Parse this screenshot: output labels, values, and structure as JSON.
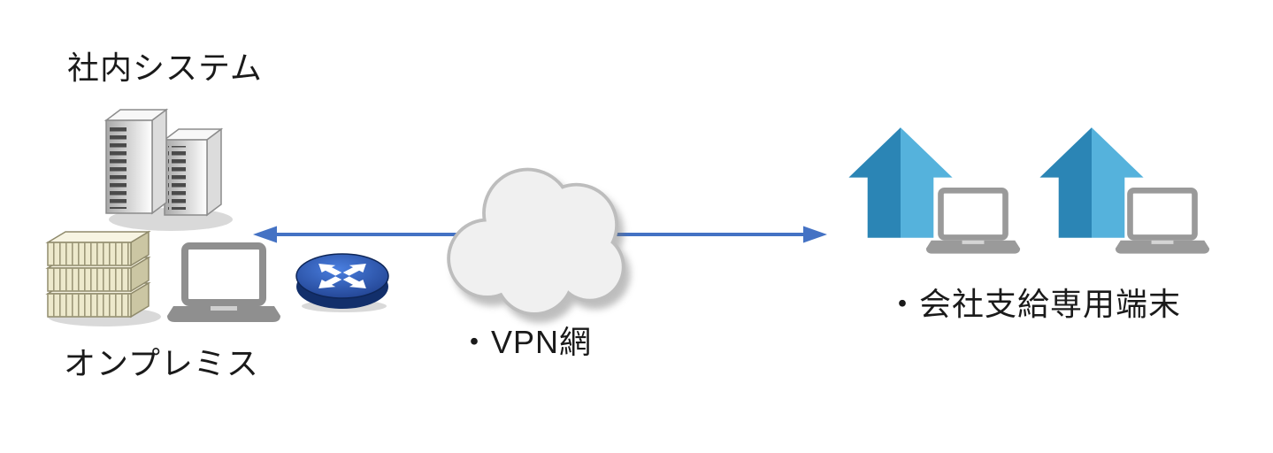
{
  "labels": {
    "internal_system": "社内システム",
    "on_premise": "オンプレミス",
    "vpn": "・VPN網",
    "company_terminal": "・会社支給専用端末"
  },
  "colors": {
    "arrow_blue": "#4472C4",
    "house_blue_dark": "#2B85B5",
    "house_blue_light": "#55B2DC",
    "cloud_fill": "#F0F0F0",
    "cloud_stroke": "#BDBDBD",
    "router_blue": "#1B3C8F",
    "laptop_gray": "#8F8F8F",
    "server_beige": "#EDE9CC",
    "text_color": "#1A1A1A"
  },
  "icons": {
    "left_cluster": [
      "server-towers-icon",
      "server-rack-icon",
      "laptop-icon",
      "router-icon"
    ],
    "center": [
      "double-arrow",
      "cloud-icon"
    ],
    "right_cluster": [
      "home-icon",
      "laptop-icon",
      "home-icon",
      "laptop-icon"
    ]
  }
}
